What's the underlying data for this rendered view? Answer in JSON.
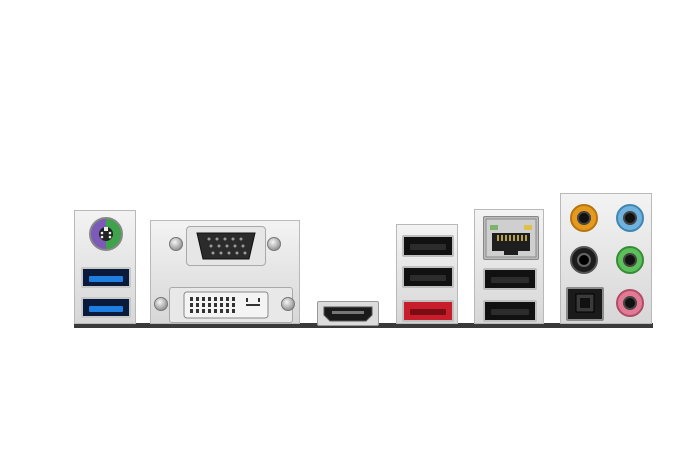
{
  "panel": {
    "title": "",
    "colors": {
      "ps2": "#7b5ab8",
      "ps2_green": "#3ea34a",
      "usb3": "#1e7fe0",
      "esata": "#c81d2b",
      "audio_orange": "#e69a1d",
      "audio_blue": "#6fb2dd",
      "audio_black": "#1c1c1c",
      "audio_green": "#5cbf5c",
      "audio_pink": "#e27a95"
    },
    "ports": [
      {
        "name": "ps2-combo-port",
        "icon": "ps2-icon"
      },
      {
        "name": "usb3-port",
        "icon": "usb-icon"
      },
      {
        "name": "usb3-port",
        "icon": "usb-icon"
      },
      {
        "name": "vga-port",
        "icon": "vga-icon"
      },
      {
        "name": "dvi-port",
        "icon": "dvi-icon"
      },
      {
        "name": "hdmi-port",
        "icon": "hdmi-icon"
      },
      {
        "name": "usb2-port",
        "icon": "usb-icon"
      },
      {
        "name": "usb2-port",
        "icon": "usb-icon"
      },
      {
        "name": "esata-port",
        "icon": "esata-icon"
      },
      {
        "name": "ethernet-port",
        "icon": "rj45-icon"
      },
      {
        "name": "usb2-port",
        "icon": "usb-icon"
      },
      {
        "name": "usb2-port",
        "icon": "usb-icon"
      },
      {
        "name": "optical-spdif-port",
        "icon": "toslink-icon"
      },
      {
        "name": "audio-jacks",
        "icon": "audio-jack-icon"
      }
    ]
  }
}
